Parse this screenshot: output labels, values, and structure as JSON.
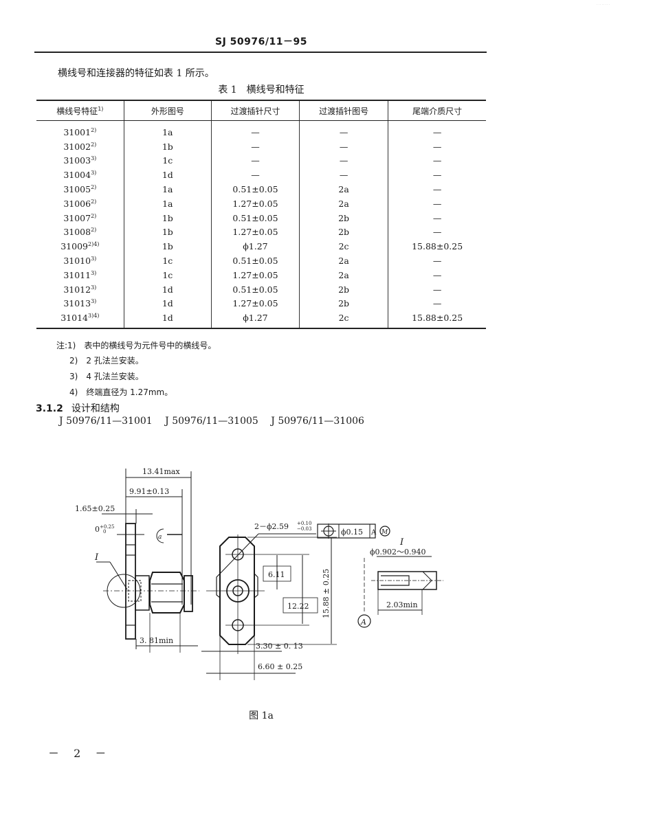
{
  "header": {
    "standard_number": "SJ 50976/11－95"
  },
  "intro_text": "横线号和连接器的特征如表 1 所示。",
  "table": {
    "caption": "表 1　横线号和特征",
    "columns": [
      "横线号特征",
      "外形图号",
      "过渡插针尺寸",
      "过渡插针图号",
      "尾端介质尺寸"
    ],
    "column_notes": [
      "1)",
      "",
      "",
      "",
      ""
    ],
    "rows": [
      {
        "code": "31001",
        "note": "2)",
        "outline": "1a",
        "pin_size": "—",
        "pin_fig": "—",
        "tail_size": "—"
      },
      {
        "code": "31002",
        "note": "2)",
        "outline": "1b",
        "pin_size": "—",
        "pin_fig": "—",
        "tail_size": "—"
      },
      {
        "code": "31003",
        "note": "3)",
        "outline": "1c",
        "pin_size": "—",
        "pin_fig": "—",
        "tail_size": "—"
      },
      {
        "code": "31004",
        "note": "3)",
        "outline": "1d",
        "pin_size": "—",
        "pin_fig": "—",
        "tail_size": "—"
      },
      {
        "code": "31005",
        "note": "2)",
        "outline": "1a",
        "pin_size": "0.51±0.05",
        "pin_fig": "2a",
        "tail_size": "—"
      },
      {
        "code": "31006",
        "note": "2)",
        "outline": "1a",
        "pin_size": "1.27±0.05",
        "pin_fig": "2a",
        "tail_size": "—"
      },
      {
        "code": "31007",
        "note": "2)",
        "outline": "1b",
        "pin_size": "0.51±0.05",
        "pin_fig": "2b",
        "tail_size": "—"
      },
      {
        "code": "31008",
        "note": "2)",
        "outline": "1b",
        "pin_size": "1.27±0.05",
        "pin_fig": "2b",
        "tail_size": "—"
      },
      {
        "code": "31009",
        "note": "2)4)",
        "outline": "1b",
        "pin_size": "ϕ1.27",
        "pin_fig": "2c",
        "tail_size": "15.88±0.25"
      },
      {
        "code": "31010",
        "note": "3)",
        "outline": "1c",
        "pin_size": "0.51±0.05",
        "pin_fig": "2a",
        "tail_size": "—"
      },
      {
        "code": "31011",
        "note": "3)",
        "outline": "1c",
        "pin_size": "1.27±0.05",
        "pin_fig": "2a",
        "tail_size": "—"
      },
      {
        "code": "31012",
        "note": "3)",
        "outline": "1d",
        "pin_size": "0.51±0.05",
        "pin_fig": "2b",
        "tail_size": "—"
      },
      {
        "code": "31013",
        "note": "3)",
        "outline": "1d",
        "pin_size": "1.27±0.05",
        "pin_fig": "2b",
        "tail_size": "—"
      },
      {
        "code": "31014",
        "note": "3)4)",
        "outline": "1d",
        "pin_size": "ϕ1.27",
        "pin_fig": "2c",
        "tail_size": "15.88±0.25"
      }
    ]
  },
  "notes": {
    "n1": "注:1)　表中的横线号为元件号中的横线号。",
    "n2": "2)　2 孔法兰安装。",
    "n3": "3)　4 孔法兰安装。",
    "n4": "4)　终端直径为 1.27mm。"
  },
  "section": {
    "number": "3.1.2",
    "title": "设计和结构",
    "part_numbers": [
      "J 50976/11—31001",
      "J 50976/11—31005",
      "J 50976/11—31006"
    ]
  },
  "drawing": {
    "dims": {
      "overall_length": "13.41max",
      "body_length": "9.91±0.13",
      "flange_thickness": "1.65±0.25",
      "flange_tol": "0",
      "flange_tol_upper": "+0.25",
      "flange_tol_lower": "0",
      "ref_a": "a",
      "detail_label": "I",
      "min_protrusion": "3. 81min",
      "hole_spec": "2－ϕ2.59",
      "hole_tol_upper": "+0.10",
      "hole_tol_lower": "−0.03",
      "position_tol": "ϕ0.15",
      "datum_ref": "A",
      "mmc": "M",
      "half_spacing": "6.11",
      "hole_spacing": "12.22",
      "flange_height": "15.88 ± 0.25",
      "half_width": "3.30 ± 0. 13",
      "flange_width": "6.60 ± 0.25",
      "detail_diameter": "ϕ0.902～0.940",
      "detail_depth": "2.03min",
      "datum_label": "A"
    },
    "caption": "图 1a"
  },
  "page_number": "－ 2 －"
}
